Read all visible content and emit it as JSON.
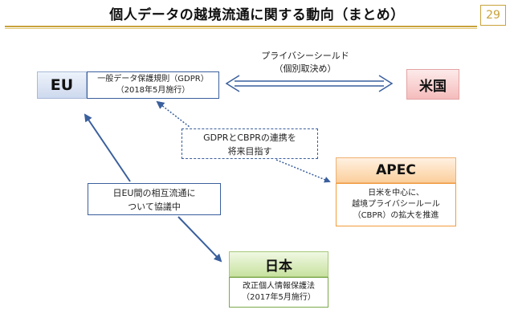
{
  "slide": {
    "title": "個人データの越境流通に関する動向（まとめ）",
    "page_number": "29"
  },
  "nodes": {
    "eu": {
      "label": "EU",
      "desc_line1": "一般データ保護規則（GDPR）",
      "desc_line2": "（2018年5月施行）"
    },
    "us": {
      "label": "米国"
    },
    "apec": {
      "label": "APEC",
      "desc_line1": "日米を中心に、",
      "desc_line2": "越境プライバシールール",
      "desc_line3": "（CBPR）の拡大を推進"
    },
    "japan": {
      "label": "日本",
      "desc_line1": "改正個人情報保護法",
      "desc_line2": "（2017年5月施行）"
    }
  },
  "edges": {
    "eu_us": {
      "line1": "プライバシーシールド",
      "line2": "（個別取決め）"
    },
    "gdpr_cbpr": {
      "line1": "GDPRとCBPRの連携を",
      "line2": "将来目指す"
    },
    "eu_japan": {
      "line1": "日EU間の相互流通に",
      "line2": "ついて協議中"
    }
  },
  "colors": {
    "accent_gold": "#c8a23a",
    "arrow_blue": "#3a5f9d",
    "eu_fill": "#cdd9ee",
    "us_fill": "#f5bcbc",
    "apec_fill": "#fbcf9c",
    "japan_fill": "#c8e2a0"
  }
}
